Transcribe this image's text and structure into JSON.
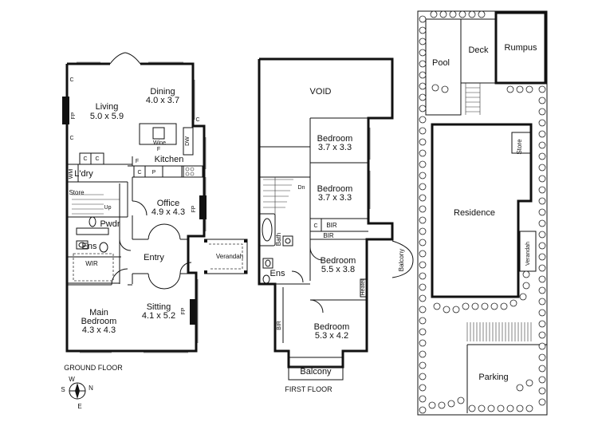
{
  "ground_floor": {
    "title": "GROUND FLOOR",
    "rooms": {
      "dining": {
        "name": "Dining",
        "dims": "4.0 x 3.7"
      },
      "living": {
        "name": "Living",
        "dims": "5.0 x 5.9"
      },
      "kitchen": {
        "name": "Kitchen"
      },
      "ldry": {
        "name": "L'dry"
      },
      "store": {
        "name": "Store"
      },
      "pwdr": {
        "name": "Pwdr"
      },
      "office": {
        "name": "Office",
        "dims": "4.9 x 4.3"
      },
      "ens": {
        "name": "Ens"
      },
      "wir": {
        "name": "WIR"
      },
      "entry": {
        "name": "Entry"
      },
      "verandah": {
        "name": "Verandah"
      },
      "main_bedroom": {
        "name": "Main Bedroom",
        "name_line1": "Main",
        "name_line2": "Bedroom",
        "dims": "4.3 x 4.3"
      },
      "sitting": {
        "name": "Sitting",
        "dims": "4.1 x 5.2"
      }
    },
    "marks": {
      "fp": "FP",
      "c": "C",
      "dw": "DW",
      "wine": "Wine",
      "f": "F",
      "p": "P",
      "wm": "WM",
      "up": "Up"
    }
  },
  "first_floor": {
    "title": "FIRST FLOOR",
    "rooms": {
      "void": {
        "name": "VOID"
      },
      "bed1": {
        "name": "Bedroom",
        "dims": "3.7 x 3.3"
      },
      "bed2": {
        "name": "Bedroom",
        "dims": "3.7 x 3.3"
      },
      "bir1": {
        "name": "BIR"
      },
      "bir2": {
        "name": "BIR"
      },
      "bed3": {
        "name": "Bedroom",
        "dims": "5.5 x 3.8"
      },
      "bath": {
        "name": "Bath"
      },
      "ens": {
        "name": "Ens"
      },
      "bed4": {
        "name": "Bedroom",
        "dims": "5.3 x 4.2"
      },
      "balcony_side": {
        "name": "Balcony"
      },
      "balcony_front": {
        "name": "Balcony"
      },
      "bir3": {
        "name": "BIR"
      }
    },
    "marks": {
      "dn": "Dn",
      "c": "C",
      "heater": "Heater"
    }
  },
  "site": {
    "pool": "Pool",
    "deck": "Deck",
    "rumpus": "Rumpus",
    "store": "Store",
    "residence": "Residence",
    "verandah": "Verandah",
    "parking": "Parking"
  },
  "compass": {
    "n": "N",
    "s": "S",
    "e": "E",
    "w": "W"
  }
}
